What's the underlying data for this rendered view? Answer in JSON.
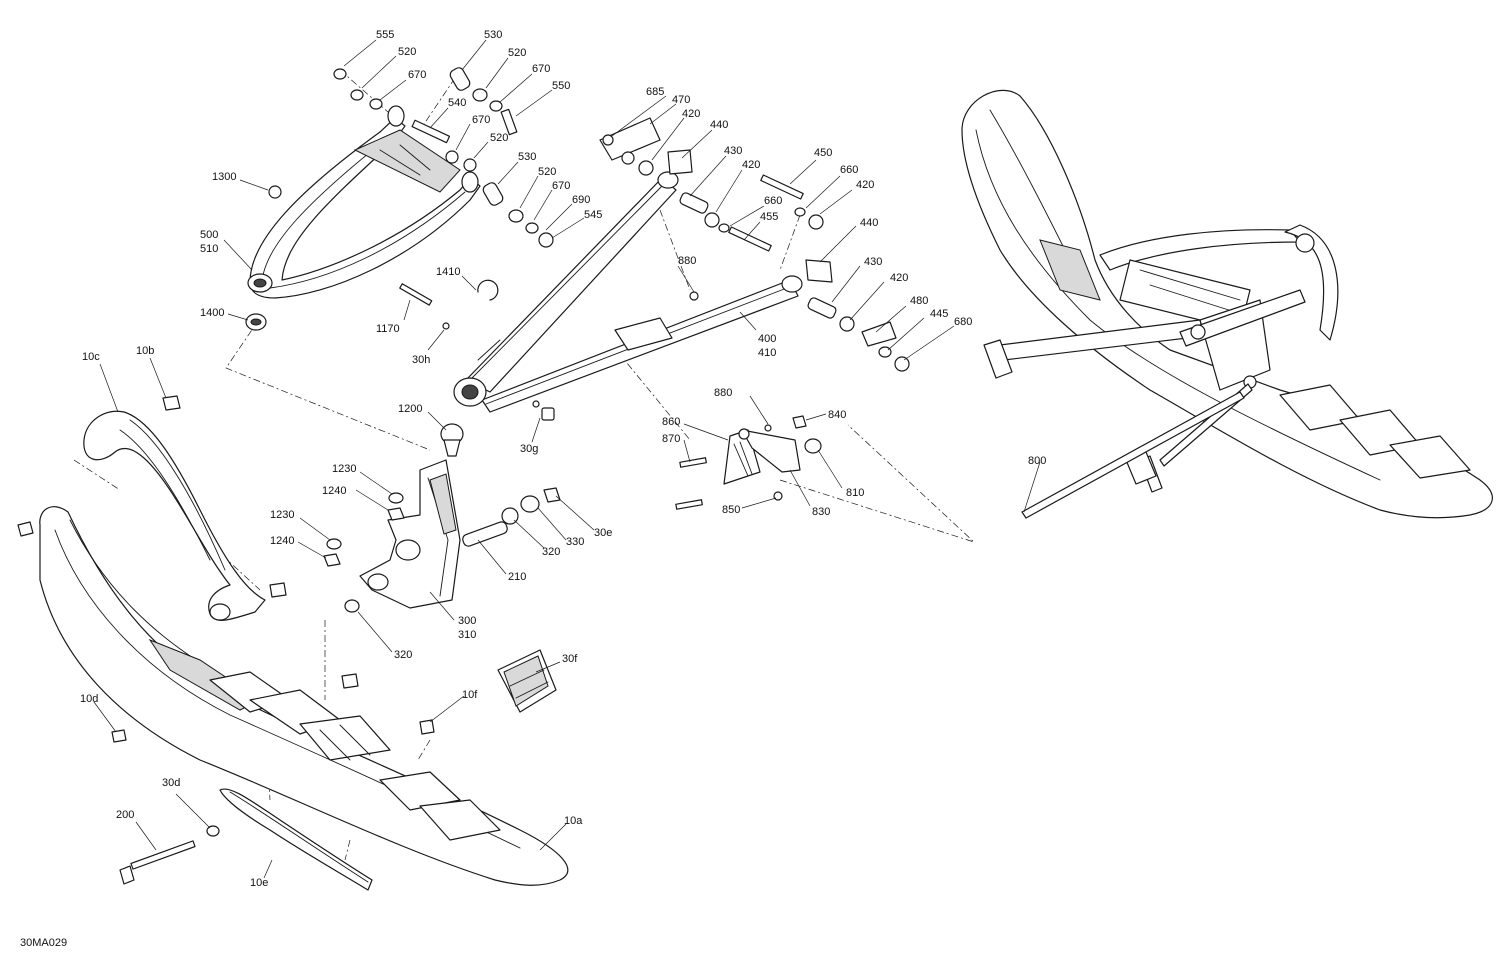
{
  "drawing": {
    "reference_code": "30MA029",
    "stroke_color": "#1a1a1a",
    "background_color": "#ffffff"
  },
  "callouts": [
    {
      "id": "c555",
      "text": "555"
    },
    {
      "id": "c520a",
      "text": "520"
    },
    {
      "id": "c670a",
      "text": "670"
    },
    {
      "id": "c530a",
      "text": "530"
    },
    {
      "id": "c520b",
      "text": "520"
    },
    {
      "id": "c670b",
      "text": "670"
    },
    {
      "id": "c550",
      "text": "550"
    },
    {
      "id": "c540",
      "text": "540"
    },
    {
      "id": "c670c",
      "text": "670"
    },
    {
      "id": "c520c",
      "text": "520"
    },
    {
      "id": "c530b",
      "text": "530"
    },
    {
      "id": "c520d",
      "text": "520"
    },
    {
      "id": "c670d",
      "text": "670"
    },
    {
      "id": "c690",
      "text": "690"
    },
    {
      "id": "c545",
      "text": "545"
    },
    {
      "id": "c1300",
      "text": "1300"
    },
    {
      "id": "c500",
      "text": "500"
    },
    {
      "id": "c510",
      "text": "510"
    },
    {
      "id": "c1400",
      "text": "1400"
    },
    {
      "id": "c1410",
      "text": "1410"
    },
    {
      "id": "c1170",
      "text": "1170"
    },
    {
      "id": "c30h",
      "text": "30h"
    },
    {
      "id": "c685",
      "text": "685"
    },
    {
      "id": "c470",
      "text": "470"
    },
    {
      "id": "c420a",
      "text": "420"
    },
    {
      "id": "c440a",
      "text": "440"
    },
    {
      "id": "c430a",
      "text": "430"
    },
    {
      "id": "c420b",
      "text": "420"
    },
    {
      "id": "c450",
      "text": "450"
    },
    {
      "id": "c660a",
      "text": "660"
    },
    {
      "id": "c420c",
      "text": "420"
    },
    {
      "id": "c660b",
      "text": "660"
    },
    {
      "id": "c455",
      "text": "455"
    },
    {
      "id": "c440b",
      "text": "440"
    },
    {
      "id": "c880a",
      "text": "880"
    },
    {
      "id": "c430b",
      "text": "430"
    },
    {
      "id": "c420d",
      "text": "420"
    },
    {
      "id": "c480",
      "text": "480"
    },
    {
      "id": "c445",
      "text": "445"
    },
    {
      "id": "c680",
      "text": "680"
    },
    {
      "id": "c400",
      "text": "400"
    },
    {
      "id": "c410",
      "text": "410"
    },
    {
      "id": "c10c",
      "text": "10c"
    },
    {
      "id": "c10b",
      "text": "10b"
    },
    {
      "id": "c1200",
      "text": "1200"
    },
    {
      "id": "c30g",
      "text": "30g"
    },
    {
      "id": "c880b",
      "text": "880"
    },
    {
      "id": "c840",
      "text": "840"
    },
    {
      "id": "c860",
      "text": "860"
    },
    {
      "id": "c870",
      "text": "870"
    },
    {
      "id": "c810",
      "text": "810"
    },
    {
      "id": "c850",
      "text": "850"
    },
    {
      "id": "c830",
      "text": "830"
    },
    {
      "id": "c800",
      "text": "800"
    },
    {
      "id": "c1230a",
      "text": "1230"
    },
    {
      "id": "c1240a",
      "text": "1240"
    },
    {
      "id": "c1230b",
      "text": "1230"
    },
    {
      "id": "c1240b",
      "text": "1240"
    },
    {
      "id": "c30e",
      "text": "30e"
    },
    {
      "id": "c330",
      "text": "330"
    },
    {
      "id": "c320a",
      "text": "320"
    },
    {
      "id": "c210",
      "text": "210"
    },
    {
      "id": "c300",
      "text": "300"
    },
    {
      "id": "c310",
      "text": "310"
    },
    {
      "id": "c320b",
      "text": "320"
    },
    {
      "id": "c30f",
      "text": "30f"
    },
    {
      "id": "c10f",
      "text": "10f"
    },
    {
      "id": "c10d",
      "text": "10d"
    },
    {
      "id": "c30d",
      "text": "30d"
    },
    {
      "id": "c200",
      "text": "200"
    },
    {
      "id": "c10a",
      "text": "10a"
    },
    {
      "id": "c10e",
      "text": "10e"
    }
  ]
}
